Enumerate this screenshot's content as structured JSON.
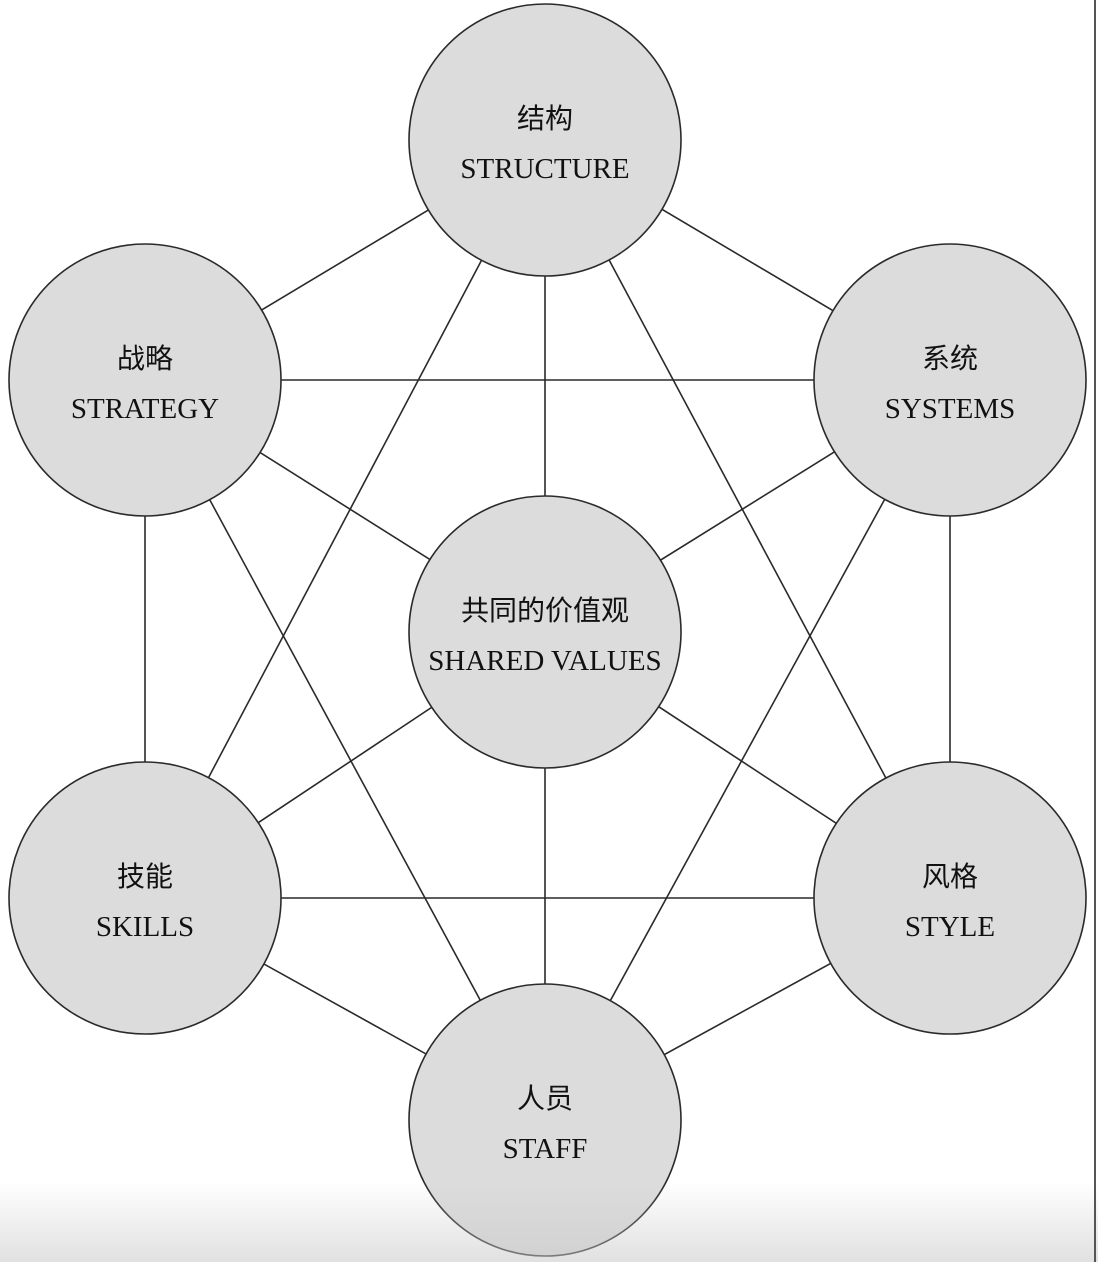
{
  "nodes": [
    {
      "id": "structure",
      "zh": "结构",
      "en": "STRUCTURE"
    },
    {
      "id": "strategy",
      "zh": "战略",
      "en": "STRATEGY"
    },
    {
      "id": "systems",
      "zh": "系统",
      "en": "SYSTEMS"
    },
    {
      "id": "shared_values",
      "zh": "共同的价值观",
      "en": "SHARED VALUES"
    },
    {
      "id": "skills",
      "zh": "技能",
      "en": "SKILLS"
    },
    {
      "id": "style",
      "zh": "风格",
      "en": "STYLE"
    },
    {
      "id": "staff",
      "zh": "人员",
      "en": "STAFF"
    }
  ],
  "edges": [
    [
      "structure",
      "strategy"
    ],
    [
      "structure",
      "systems"
    ],
    [
      "structure",
      "shared_values"
    ],
    [
      "structure",
      "skills"
    ],
    [
      "structure",
      "style"
    ],
    [
      "strategy",
      "systems"
    ],
    [
      "strategy",
      "shared_values"
    ],
    [
      "strategy",
      "skills"
    ],
    [
      "strategy",
      "staff"
    ],
    [
      "systems",
      "shared_values"
    ],
    [
      "systems",
      "style"
    ],
    [
      "systems",
      "staff"
    ],
    [
      "shared_values",
      "skills"
    ],
    [
      "shared_values",
      "style"
    ],
    [
      "shared_values",
      "staff"
    ],
    [
      "skills",
      "style"
    ],
    [
      "skills",
      "staff"
    ],
    [
      "style",
      "staff"
    ]
  ],
  "colors": {
    "node_fill": "#dcdcdc",
    "stroke": "#2a2a2a"
  }
}
